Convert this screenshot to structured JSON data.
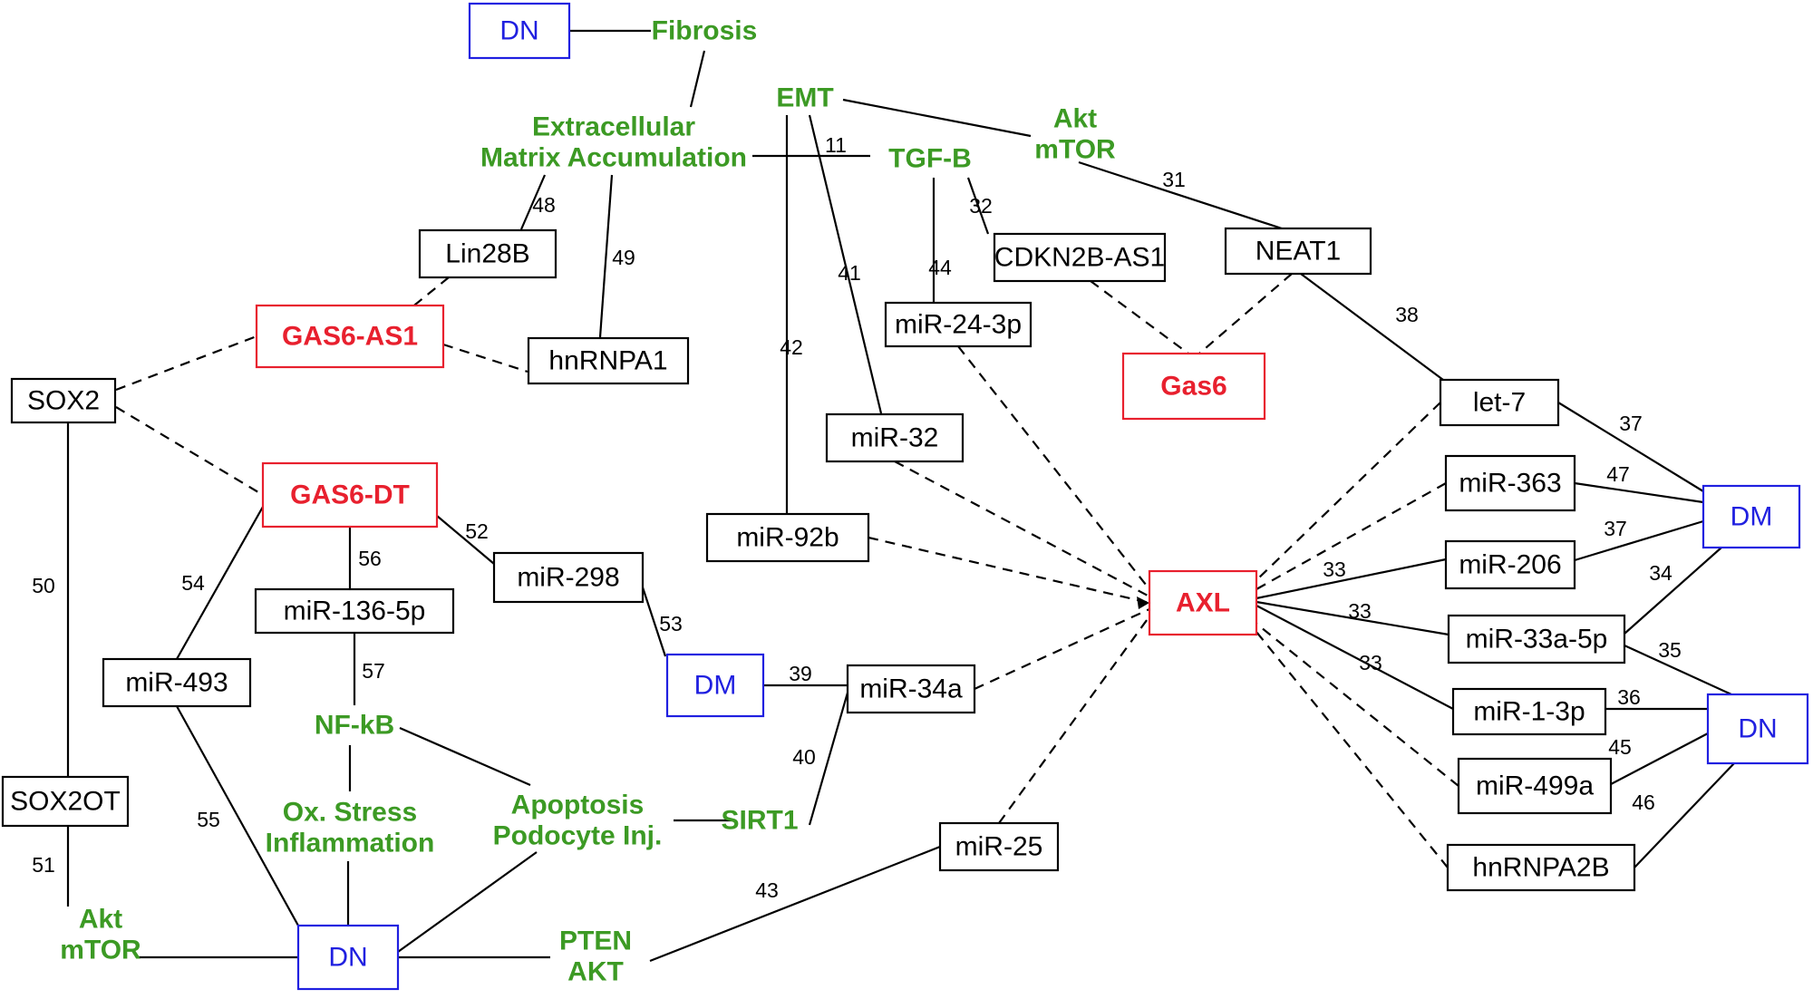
{
  "colors": {
    "black": "#000000",
    "red": "#e8202e",
    "blue": "#2020e0",
    "green": "#3c9a24",
    "white": "#ffffff"
  },
  "nodes": [
    {
      "id": "dn-top",
      "label": [
        "DN"
      ],
      "kind": "box",
      "color": "blue"
    },
    {
      "id": "fibrosis",
      "label": [
        "Fibrosis"
      ],
      "kind": "text",
      "color": "green"
    },
    {
      "id": "emt",
      "label": [
        "EMT"
      ],
      "kind": "text",
      "color": "green"
    },
    {
      "id": "ecm",
      "label": [
        "Extracellular",
        "Matrix Accumulation"
      ],
      "kind": "text",
      "color": "green"
    },
    {
      "id": "tgfb",
      "label": [
        "TGF-B"
      ],
      "kind": "text",
      "color": "green"
    },
    {
      "id": "akt-top",
      "label": [
        "Akt",
        "mTOR"
      ],
      "kind": "text",
      "color": "green"
    },
    {
      "id": "lin28b",
      "label": [
        "Lin28B"
      ],
      "kind": "box",
      "color": "black"
    },
    {
      "id": "cdkn2b",
      "label": [
        "CDKN2B-AS1"
      ],
      "kind": "box",
      "color": "black"
    },
    {
      "id": "neat1",
      "label": [
        "NEAT1"
      ],
      "kind": "box",
      "color": "black"
    },
    {
      "id": "gas6as1",
      "label": [
        "GAS6-AS1"
      ],
      "kind": "box",
      "color": "red"
    },
    {
      "id": "hnrnpa1",
      "label": [
        "hnRNPA1"
      ],
      "kind": "box",
      "color": "black"
    },
    {
      "id": "mir243p",
      "label": [
        "miR-24-3p"
      ],
      "kind": "box",
      "color": "black"
    },
    {
      "id": "gas6",
      "label": [
        "Gas6"
      ],
      "kind": "box",
      "color": "red"
    },
    {
      "id": "sox2",
      "label": [
        "SOX2"
      ],
      "kind": "box",
      "color": "black"
    },
    {
      "id": "let7",
      "label": [
        "let-7"
      ],
      "kind": "box",
      "color": "black"
    },
    {
      "id": "mir32",
      "label": [
        "miR-32"
      ],
      "kind": "box",
      "color": "black"
    },
    {
      "id": "gas6dt",
      "label": [
        "GAS6-DT"
      ],
      "kind": "box",
      "color": "red"
    },
    {
      "id": "mir363",
      "label": [
        "miR-363"
      ],
      "kind": "box",
      "color": "black"
    },
    {
      "id": "dm-right",
      "label": [
        "DM"
      ],
      "kind": "box",
      "color": "blue"
    },
    {
      "id": "mir92b",
      "label": [
        "miR-92b"
      ],
      "kind": "box",
      "color": "black"
    },
    {
      "id": "mir206",
      "label": [
        "miR-206"
      ],
      "kind": "box",
      "color": "black"
    },
    {
      "id": "mir298",
      "label": [
        "miR-298"
      ],
      "kind": "box",
      "color": "black"
    },
    {
      "id": "axl",
      "label": [
        "AXL"
      ],
      "kind": "box",
      "color": "red"
    },
    {
      "id": "mir1365p",
      "label": [
        "miR-136-5p"
      ],
      "kind": "box",
      "color": "black"
    },
    {
      "id": "mir33a5p",
      "label": [
        "miR-33a-5p"
      ],
      "kind": "box",
      "color": "black"
    },
    {
      "id": "mir493",
      "label": [
        "miR-493"
      ],
      "kind": "box",
      "color": "black"
    },
    {
      "id": "dm-mid",
      "label": [
        "DM"
      ],
      "kind": "box",
      "color": "blue"
    },
    {
      "id": "mir34a",
      "label": [
        "miR-34a"
      ],
      "kind": "box",
      "color": "black"
    },
    {
      "id": "mir13p",
      "label": [
        "miR-1-3p"
      ],
      "kind": "box",
      "color": "black"
    },
    {
      "id": "dn-right",
      "label": [
        "DN"
      ],
      "kind": "box",
      "color": "blue"
    },
    {
      "id": "nfkb",
      "label": [
        "NF-kB"
      ],
      "kind": "text",
      "color": "green"
    },
    {
      "id": "mir499a",
      "label": [
        "miR-499a"
      ],
      "kind": "box",
      "color": "black"
    },
    {
      "id": "sox2ot",
      "label": [
        "SOX2OT"
      ],
      "kind": "box",
      "color": "black"
    },
    {
      "id": "oxstress",
      "label": [
        "Ox. Stress",
        "Inflammation"
      ],
      "kind": "text",
      "color": "green"
    },
    {
      "id": "apoptosis",
      "label": [
        "Apoptosis",
        "Podocyte Inj."
      ],
      "kind": "text",
      "color": "green"
    },
    {
      "id": "sirt1",
      "label": [
        "SIRT1"
      ],
      "kind": "text",
      "color": "green"
    },
    {
      "id": "mir25",
      "label": [
        "miR-25"
      ],
      "kind": "box",
      "color": "black"
    },
    {
      "id": "hnrnpa2b",
      "label": [
        "hnRNPA2B"
      ],
      "kind": "box",
      "color": "black"
    },
    {
      "id": "akt-bottom",
      "label": [
        "Akt",
        "mTOR"
      ],
      "kind": "text",
      "color": "green"
    },
    {
      "id": "dn-bottom",
      "label": [
        "DN"
      ],
      "kind": "box",
      "color": "blue"
    },
    {
      "id": "pten",
      "label": [
        "PTEN",
        "AKT"
      ],
      "kind": "text",
      "color": "green"
    }
  ],
  "edges": [
    {
      "from": "dn-top",
      "to": "fibrosis",
      "label": "",
      "style": "solid"
    },
    {
      "from": "fibrosis",
      "to": "ecm",
      "label": "",
      "style": "solid"
    },
    {
      "from": "emt",
      "to": "akt-top",
      "label": "",
      "style": "solid"
    },
    {
      "from": "ecm",
      "to": "tgfb",
      "label": "11",
      "style": "solid"
    },
    {
      "from": "ecm",
      "to": "lin28b",
      "label": "48",
      "style": "solid"
    },
    {
      "from": "ecm",
      "to": "hnrnpa1",
      "label": "49",
      "style": "solid"
    },
    {
      "from": "emt",
      "to": "mir92b",
      "label": "42",
      "style": "solid"
    },
    {
      "from": "emt",
      "to": "mir32",
      "label": "41",
      "style": "solid"
    },
    {
      "from": "tgfb",
      "to": "mir243p",
      "label": "44",
      "style": "solid"
    },
    {
      "from": "tgfb",
      "to": "cdkn2b",
      "label": "32",
      "style": "solid"
    },
    {
      "from": "akt-top",
      "to": "neat1",
      "label": "31",
      "style": "solid"
    },
    {
      "from": "lin28b",
      "to": "gas6as1",
      "label": "",
      "style": "dashed"
    },
    {
      "from": "gas6as1",
      "to": "hnrnpa1",
      "label": "",
      "style": "dashed"
    },
    {
      "from": "sox2",
      "to": "gas6as1",
      "label": "",
      "style": "dashed"
    },
    {
      "from": "sox2",
      "to": "gas6dt",
      "label": "",
      "style": "dashed"
    },
    {
      "from": "cdkn2b",
      "to": "gas6",
      "label": "",
      "style": "dashed"
    },
    {
      "from": "neat1",
      "to": "gas6",
      "label": "",
      "style": "dashed"
    },
    {
      "from": "neat1",
      "to": "let7",
      "label": "38",
      "style": "solid"
    },
    {
      "from": "let7",
      "to": "dm-right",
      "label": "37",
      "style": "solid"
    },
    {
      "from": "mir363",
      "to": "dm-right",
      "label": "47",
      "style": "solid"
    },
    {
      "from": "mir206",
      "to": "dm-right",
      "label": "37",
      "style": "solid"
    },
    {
      "from": "mir33a5p",
      "to": "dm-right",
      "label": "34",
      "style": "solid"
    },
    {
      "from": "mir33a5p",
      "to": "dn-right",
      "label": "35",
      "style": "solid"
    },
    {
      "from": "mir13p",
      "to": "dn-right",
      "label": "36",
      "style": "solid"
    },
    {
      "from": "mir499a",
      "to": "dn-right",
      "label": "45",
      "style": "solid"
    },
    {
      "from": "hnrnpa2b",
      "to": "dn-right",
      "label": "46",
      "style": "solid"
    },
    {
      "from": "axl",
      "to": "mir206",
      "label": "33",
      "style": "solid"
    },
    {
      "from": "axl",
      "to": "mir33a5p",
      "label": "33",
      "style": "solid"
    },
    {
      "from": "axl",
      "to": "mir13p",
      "label": "33",
      "style": "solid"
    },
    {
      "from": "let7",
      "to": "axl",
      "label": "",
      "style": "dashed"
    },
    {
      "from": "mir363",
      "to": "axl",
      "label": "",
      "style": "dashed"
    },
    {
      "from": "mir499a",
      "to": "axl",
      "label": "",
      "style": "dashed"
    },
    {
      "from": "hnrnpa2b",
      "to": "axl",
      "label": "",
      "style": "dashed"
    },
    {
      "from": "mir243p",
      "to": "axl",
      "label": "",
      "style": "dashed"
    },
    {
      "from": "mir32",
      "to": "axl",
      "label": "",
      "style": "dashed"
    },
    {
      "from": "mir92b",
      "to": "axl",
      "label": "",
      "style": "dashed"
    },
    {
      "from": "mir34a",
      "to": "axl",
      "label": "",
      "style": "dashed"
    },
    {
      "from": "mir25",
      "to": "axl",
      "label": "",
      "style": "dashed"
    },
    {
      "from": "gas6dt",
      "to": "mir1365p",
      "label": "56",
      "style": "solid"
    },
    {
      "from": "gas6dt",
      "to": "mir298",
      "label": "52",
      "style": "solid"
    },
    {
      "from": "gas6dt",
      "to": "mir493",
      "label": "54",
      "style": "solid"
    },
    {
      "from": "mir298",
      "to": "dm-mid",
      "label": "53",
      "style": "solid"
    },
    {
      "from": "dm-mid",
      "to": "mir34a",
      "label": "39",
      "style": "solid"
    },
    {
      "from": "mir34a",
      "to": "sirt1",
      "label": "40",
      "style": "solid"
    },
    {
      "from": "mir1365p",
      "to": "nfkb",
      "label": "57",
      "style": "solid"
    },
    {
      "from": "nfkb",
      "to": "oxstress",
      "label": "",
      "style": "solid"
    },
    {
      "from": "nfkb",
      "to": "apoptosis",
      "label": "",
      "style": "solid"
    },
    {
      "from": "apoptosis",
      "to": "sirt1",
      "label": "",
      "style": "solid"
    },
    {
      "from": "sox2",
      "to": "sox2ot",
      "label": "50",
      "style": "solid"
    },
    {
      "from": "sox2ot",
      "to": "akt-bottom",
      "label": "51",
      "style": "solid"
    },
    {
      "from": "mir493",
      "to": "dn-bottom",
      "label": "55",
      "style": "solid"
    },
    {
      "from": "oxstress",
      "to": "dn-bottom",
      "label": "",
      "style": "solid"
    },
    {
      "from": "apoptosis",
      "to": "dn-bottom",
      "label": "",
      "style": "solid"
    },
    {
      "from": "akt-bottom",
      "to": "dn-bottom",
      "label": "",
      "style": "solid"
    },
    {
      "from": "dn-bottom",
      "to": "pten",
      "label": "",
      "style": "solid"
    },
    {
      "from": "pten",
      "to": "mir25",
      "label": "43",
      "style": "solid"
    }
  ]
}
